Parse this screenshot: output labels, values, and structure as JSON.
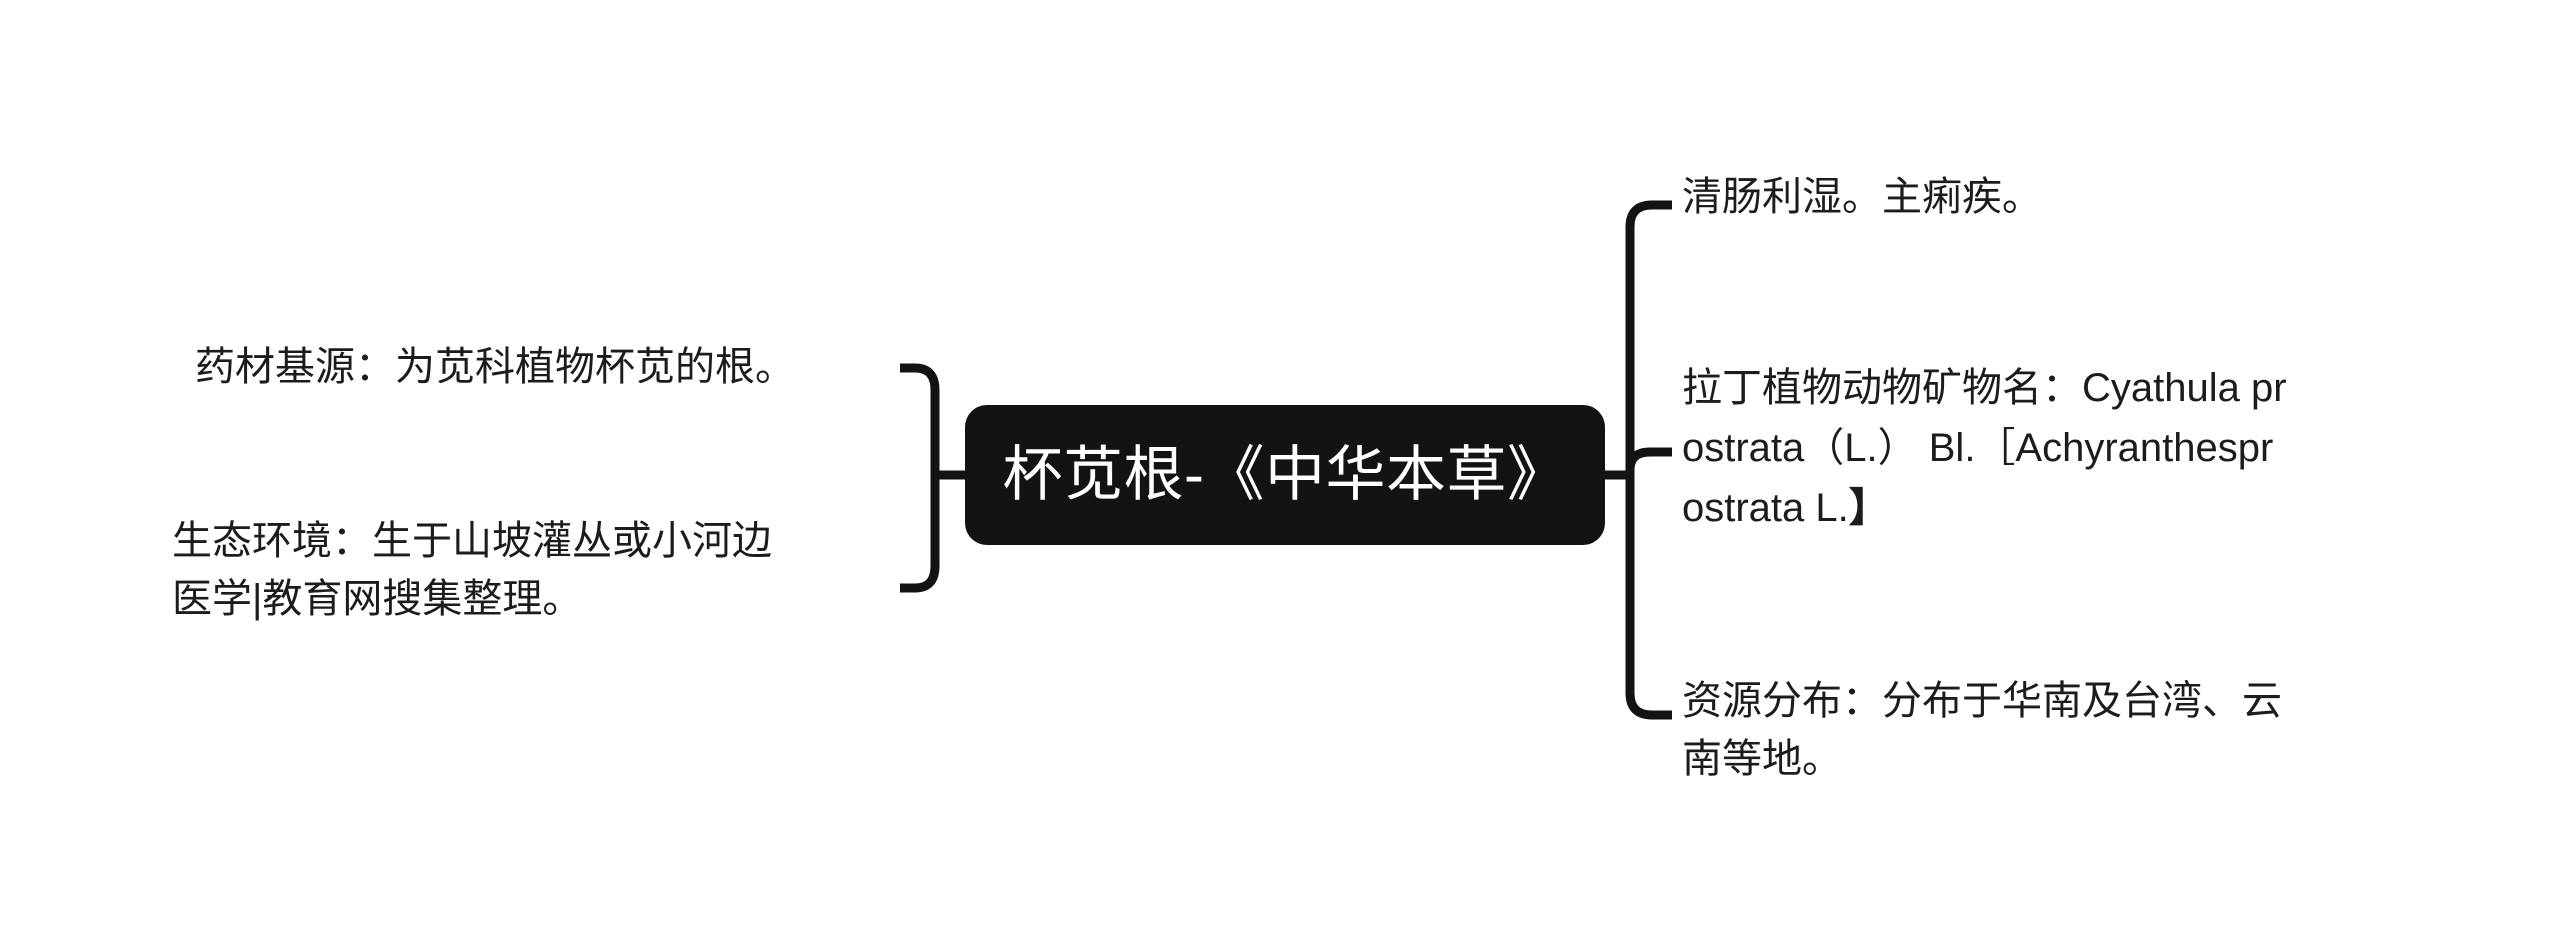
{
  "diagram": {
    "type": "mind-map",
    "orientation": "horizontal-two-sided",
    "background_color": "#ffffff",
    "line_color": "#131313",
    "root": {
      "label": "杯苋根-《中华本草》",
      "background_color": "#131313",
      "text_color": "#ffffff"
    },
    "branches_left": [
      {
        "id": "medicinal-source",
        "label": "药材基源：为苋科植物杯苋的根。"
      },
      {
        "id": "ecological-environment",
        "label": "生态环境：生于山坡灌丛或小河边\n医学|教育网搜集整理。"
      }
    ],
    "branches_right": [
      {
        "id": "functions-indications",
        "label": "清肠利湿。主痢疾。"
      },
      {
        "id": "latin-name",
        "label": "拉丁植物动物矿物名：Cyathula pr\nostrata（L.） Bl.［Achyranthespr\nostrata L.",
        "label_tail": "】"
      },
      {
        "id": "resource-distribution",
        "label": "资源分布：分布于华南及台湾、云\n南等地。"
      }
    ]
  }
}
